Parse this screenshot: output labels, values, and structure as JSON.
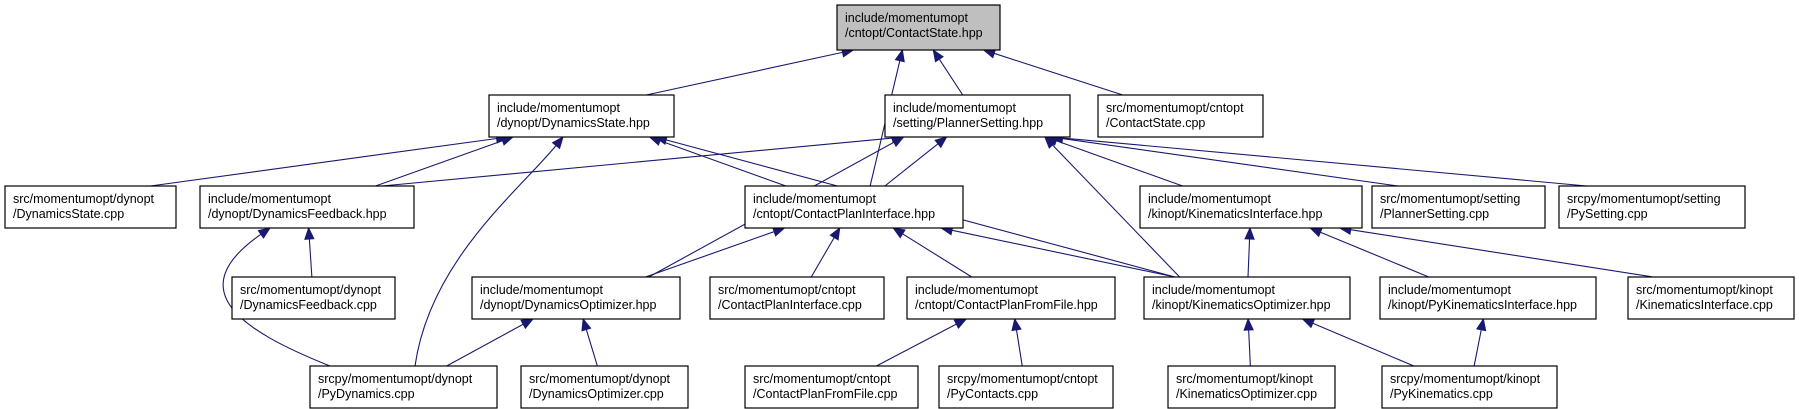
{
  "diagram": {
    "type": "include-dependency-graph",
    "colors": {
      "edge": "#191970",
      "root_fill": "#bfbfbf",
      "node_fill": "#ffffff",
      "border": "#000000"
    },
    "nodes": [
      {
        "id": "n0",
        "lines": [
          "include/momentumopt",
          "/cntopt/ContactState.hpp"
        ],
        "root": true
      },
      {
        "id": "n1",
        "lines": [
          "include/momentumopt",
          "/dynopt/DynamicsState.hpp"
        ]
      },
      {
        "id": "n2",
        "lines": [
          "include/momentumopt",
          "/setting/PlannerSetting.hpp"
        ]
      },
      {
        "id": "n3",
        "lines": [
          "src/momentumopt/cntopt",
          "/ContactState.cpp"
        ]
      },
      {
        "id": "n4",
        "lines": [
          "src/momentumopt/dynopt",
          "/DynamicsState.cpp"
        ]
      },
      {
        "id": "n5",
        "lines": [
          "include/momentumopt",
          "/dynopt/DynamicsFeedback.hpp"
        ]
      },
      {
        "id": "n6",
        "lines": [
          "include/momentumopt",
          "/cntopt/ContactPlanInterface.hpp"
        ]
      },
      {
        "id": "n7",
        "lines": [
          "include/momentumopt",
          "/kinopt/KinematicsInterface.hpp"
        ]
      },
      {
        "id": "n8",
        "lines": [
          "src/momentumopt/setting",
          "/PlannerSetting.cpp"
        ]
      },
      {
        "id": "n9",
        "lines": [
          "srcpy/momentumopt/setting",
          "/PySetting.cpp"
        ]
      },
      {
        "id": "n10",
        "lines": [
          "src/momentumopt/dynopt",
          "/DynamicsFeedback.cpp"
        ]
      },
      {
        "id": "n11",
        "lines": [
          "include/momentumopt",
          "/dynopt/DynamicsOptimizer.hpp"
        ]
      },
      {
        "id": "n12",
        "lines": [
          "src/momentumopt/cntopt",
          "/ContactPlanInterface.cpp"
        ]
      },
      {
        "id": "n13",
        "lines": [
          "include/momentumopt",
          "/cntopt/ContactPlanFromFile.hpp"
        ]
      },
      {
        "id": "n14",
        "lines": [
          "include/momentumopt",
          "/kinopt/KinematicsOptimizer.hpp"
        ]
      },
      {
        "id": "n15",
        "lines": [
          "include/momentumopt",
          "/kinopt/PyKinematicsInterface.hpp"
        ]
      },
      {
        "id": "n16",
        "lines": [
          "src/momentumopt/kinopt",
          "/KinematicsInterface.cpp"
        ]
      },
      {
        "id": "n17",
        "lines": [
          "srcpy/momentumopt/dynopt",
          "/PyDynamics.cpp"
        ]
      },
      {
        "id": "n18",
        "lines": [
          "src/momentumopt/dynopt",
          "/DynamicsOptimizer.cpp"
        ]
      },
      {
        "id": "n19",
        "lines": [
          "src/momentumopt/cntopt",
          "/ContactPlanFromFile.cpp"
        ]
      },
      {
        "id": "n20",
        "lines": [
          "srcpy/momentumopt/cntopt",
          "/PyContacts.cpp"
        ]
      },
      {
        "id": "n21",
        "lines": [
          "src/momentumopt/kinopt",
          "/KinematicsOptimizer.cpp"
        ]
      },
      {
        "id": "n22",
        "lines": [
          "srcpy/momentumopt/kinopt",
          "/PyKinematics.cpp"
        ]
      }
    ],
    "edges": [
      [
        "n1",
        "n0"
      ],
      [
        "n2",
        "n0"
      ],
      [
        "n3",
        "n0"
      ],
      [
        "n6",
        "n0"
      ],
      [
        "n4",
        "n1"
      ],
      [
        "n5",
        "n1"
      ],
      [
        "n6",
        "n1"
      ],
      [
        "n14",
        "n1"
      ],
      [
        "n17",
        "n1"
      ],
      [
        "n5",
        "n2"
      ],
      [
        "n6",
        "n2"
      ],
      [
        "n7",
        "n2"
      ],
      [
        "n8",
        "n2"
      ],
      [
        "n9",
        "n2"
      ],
      [
        "n11",
        "n2"
      ],
      [
        "n14",
        "n2"
      ],
      [
        "n10",
        "n5"
      ],
      [
        "n17",
        "n5"
      ],
      [
        "n11",
        "n6"
      ],
      [
        "n12",
        "n6"
      ],
      [
        "n13",
        "n6"
      ],
      [
        "n14",
        "n6"
      ],
      [
        "n14",
        "n7"
      ],
      [
        "n15",
        "n7"
      ],
      [
        "n16",
        "n7"
      ],
      [
        "n17",
        "n11"
      ],
      [
        "n18",
        "n11"
      ],
      [
        "n19",
        "n13"
      ],
      [
        "n20",
        "n13"
      ],
      [
        "n21",
        "n14"
      ],
      [
        "n22",
        "n14"
      ],
      [
        "n22",
        "n15"
      ]
    ]
  }
}
